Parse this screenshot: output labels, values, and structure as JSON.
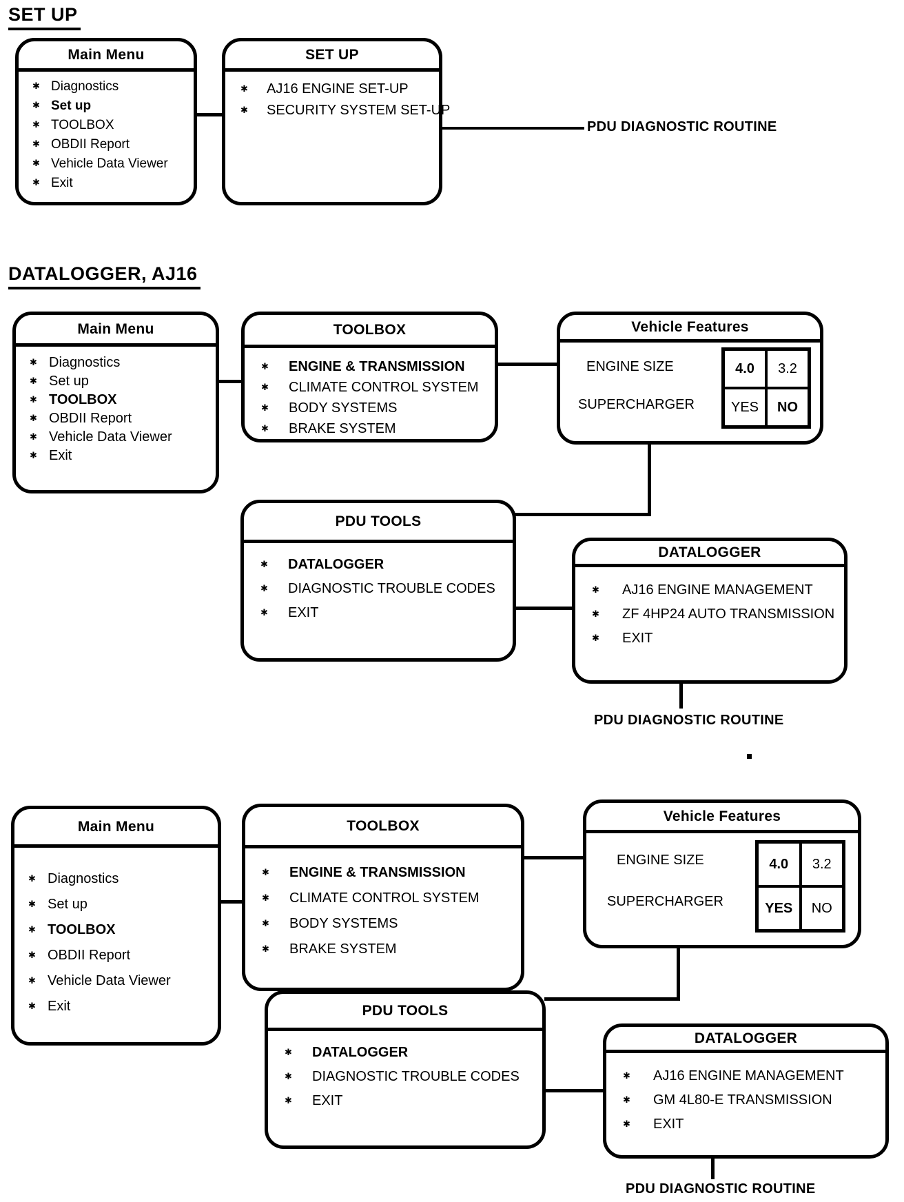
{
  "page": {
    "background": "#ffffff",
    "ink": "#000000"
  },
  "icons": {
    "bullet": "✱"
  },
  "s1": {
    "heading": "SET UP",
    "main_menu": {
      "title": "Main Menu",
      "items": [
        {
          "label": "Diagnostics",
          "emphasis": false
        },
        {
          "label": "Set up",
          "emphasis": true
        },
        {
          "label": "TOOLBOX",
          "emphasis": false
        },
        {
          "label": "OBDII Report",
          "emphasis": false
        },
        {
          "label": "Vehicle Data Viewer",
          "emphasis": false
        },
        {
          "label": "Exit",
          "emphasis": false
        }
      ]
    },
    "set_up": {
      "title": "SET UP",
      "items": [
        {
          "label": "AJ16 ENGINE SET-UP",
          "emphasis": false
        },
        {
          "label": "SECURITY SYSTEM SET-UP",
          "emphasis": false
        }
      ]
    },
    "routine": "PDU DIAGNOSTIC ROUTINE"
  },
  "s2": {
    "heading": "DATALOGGER, AJ16",
    "main_menu": {
      "title": "Main Menu",
      "items": [
        {
          "label": "Diagnostics",
          "emphasis": false
        },
        {
          "label": "Set up",
          "emphasis": false
        },
        {
          "label": "TOOLBOX",
          "emphasis": true
        },
        {
          "label": "OBDII Report",
          "emphasis": false
        },
        {
          "label": "Vehicle Data Viewer",
          "emphasis": false
        },
        {
          "label": "Exit",
          "emphasis": false
        }
      ]
    },
    "toolbox": {
      "title": "TOOLBOX",
      "items": [
        {
          "label": "ENGINE & TRANSMISSION",
          "emphasis": true
        },
        {
          "label": "CLIMATE CONTROL SYSTEM",
          "emphasis": false
        },
        {
          "label": "BODY SYSTEMS",
          "emphasis": false
        },
        {
          "label": "BRAKE SYSTEM",
          "emphasis": false
        }
      ]
    },
    "vehicle_features": {
      "title": "Vehicle Features",
      "rows": [
        {
          "label": "ENGINE SIZE",
          "options": [
            {
              "value": "4.0",
              "selected": true
            },
            {
              "value": "3.2",
              "selected": false
            }
          ]
        },
        {
          "label": "SUPERCHARGER",
          "options": [
            {
              "value": "YES",
              "selected": false
            },
            {
              "value": "NO",
              "selected": true
            }
          ]
        }
      ]
    },
    "pdu_tools": {
      "title": "PDU TOOLS",
      "items": [
        {
          "label": "DATALOGGER",
          "emphasis": true
        },
        {
          "label": "DIAGNOSTIC TROUBLE CODES",
          "emphasis": false
        },
        {
          "label": "EXIT",
          "emphasis": false
        }
      ]
    },
    "datalogger": {
      "title": "DATALOGGER",
      "items": [
        {
          "label": "AJ16 ENGINE MANAGEMENT",
          "emphasis": false
        },
        {
          "label": "ZF 4HP24 AUTO TRANSMISSION",
          "emphasis": false
        },
        {
          "label": "EXIT",
          "emphasis": false
        }
      ]
    },
    "routine": "PDU DIAGNOSTIC ROUTINE"
  },
  "s3": {
    "main_menu": {
      "title": "Main Menu",
      "items": [
        {
          "label": "Diagnostics",
          "emphasis": false
        },
        {
          "label": "Set up",
          "emphasis": false
        },
        {
          "label": "TOOLBOX",
          "emphasis": true
        },
        {
          "label": "OBDII Report",
          "emphasis": false
        },
        {
          "label": "Vehicle Data Viewer",
          "emphasis": false
        },
        {
          "label": "Exit",
          "emphasis": false
        }
      ]
    },
    "toolbox": {
      "title": "TOOLBOX",
      "items": [
        {
          "label": "ENGINE & TRANSMISSION",
          "emphasis": true
        },
        {
          "label": "CLIMATE CONTROL SYSTEM",
          "emphasis": false
        },
        {
          "label": "BODY SYSTEMS",
          "emphasis": false
        },
        {
          "label": "BRAKE SYSTEM",
          "emphasis": false
        }
      ]
    },
    "vehicle_features": {
      "title": "Vehicle Features",
      "rows": [
        {
          "label": "ENGINE SIZE",
          "options": [
            {
              "value": "4.0",
              "selected": true
            },
            {
              "value": "3.2",
              "selected": false
            }
          ]
        },
        {
          "label": "SUPERCHARGER",
          "options": [
            {
              "value": "YES",
              "selected": true
            },
            {
              "value": "NO",
              "selected": false
            }
          ]
        }
      ]
    },
    "pdu_tools": {
      "title": "PDU TOOLS",
      "items": [
        {
          "label": "DATALOGGER",
          "emphasis": true
        },
        {
          "label": "DIAGNOSTIC TROUBLE CODES",
          "emphasis": false
        },
        {
          "label": "EXIT",
          "emphasis": false
        }
      ]
    },
    "datalogger": {
      "title": "DATALOGGER",
      "items": [
        {
          "label": "AJ16 ENGINE MANAGEMENT",
          "emphasis": false
        },
        {
          "label": "GM 4L80-E TRANSMISSION",
          "emphasis": false
        },
        {
          "label": "EXIT",
          "emphasis": false
        }
      ]
    },
    "routine": "PDU DIAGNOSTIC ROUTINE"
  }
}
